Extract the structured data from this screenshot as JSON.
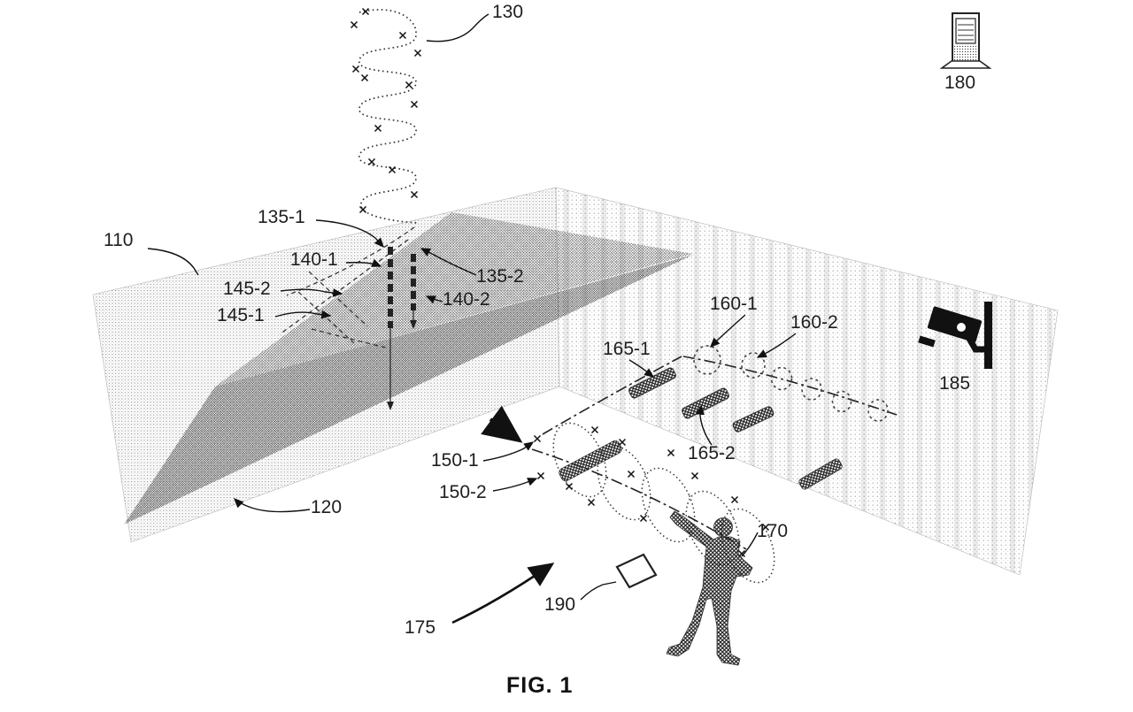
{
  "figure": {
    "caption": "FIG. 1",
    "ink_color": "#1e1e1e",
    "paper_color": "#ffffff",
    "icons": {
      "server": "server-tower-icon",
      "camera": "security-camera-icon",
      "person": "person-silhouette-icon",
      "device": "handheld-device-shape"
    },
    "labels": [
      {
        "text": "110"
      },
      {
        "text": "120"
      },
      {
        "text": "130"
      },
      {
        "text": "135-1"
      },
      {
        "text": "135-2"
      },
      {
        "text": "140-1"
      },
      {
        "text": "140-2"
      },
      {
        "text": "145-1"
      },
      {
        "text": "145-2"
      },
      {
        "text": "150-1"
      },
      {
        "text": "150-2"
      },
      {
        "text": "160-1"
      },
      {
        "text": "160-2"
      },
      {
        "text": "165-1"
      },
      {
        "text": "165-2"
      },
      {
        "text": "170"
      },
      {
        "text": "175"
      },
      {
        "text": "180"
      },
      {
        "text": "185"
      },
      {
        "text": "190"
      }
    ]
  }
}
